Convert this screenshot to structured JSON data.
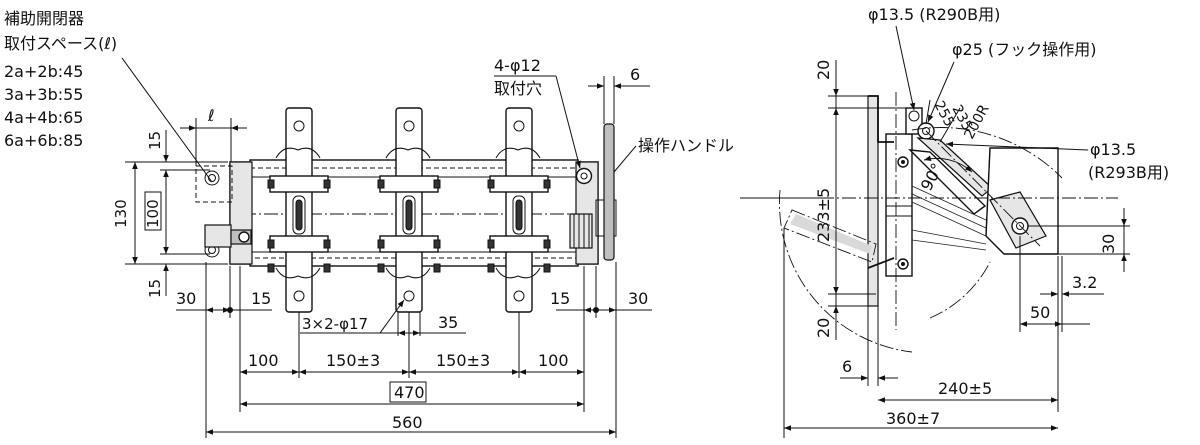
{
  "front_view": {
    "aux_switch_title": "補助開閉器",
    "mount_space_label": "取付スペース(ℓ)",
    "aux_sizes": [
      "2a+2b:45",
      "3a+3b:55",
      "4a+4b:65",
      "6a+6b:85"
    ],
    "ell_symbol": "ℓ",
    "dims_left": {
      "top": "15",
      "inner": "100",
      "total": "130",
      "bottom": "15"
    },
    "mount_holes_label": "4-φ12",
    "mount_holes_sub": "取付穴",
    "handle_gap": "6",
    "handle_label": "操作ハンドル",
    "bottom_dims": {
      "left_30": "30",
      "left_15": "15",
      "terminal_holes": "3×2-φ17",
      "d35": "35",
      "right_15": "15",
      "right_30": "30",
      "pitch_100_left": "100",
      "pitch_150_a": "150±3",
      "pitch_150_b": "150±3",
      "pitch_100_right": "100",
      "boxed_470": "470",
      "total_560": "560"
    }
  },
  "side_view": {
    "hole_r290b": "φ13.5 (R290B用)",
    "hook_op": "φ25 (フック操作用)",
    "dim_20_top": "20",
    "dim_233": "233±5",
    "dim_20_bottom": "20",
    "dim_255": "255",
    "dim_235": "235",
    "dim_200r": "200R",
    "angle_90": "90°",
    "hole_r293b_1": "φ13.5",
    "hole_r293b_2": "(R293B用)",
    "dim_30": "30",
    "dim_3_2": "3.2",
    "dim_50": "50",
    "dim_6": "6",
    "dim_240": "240±5",
    "dim_360": "360±7"
  }
}
